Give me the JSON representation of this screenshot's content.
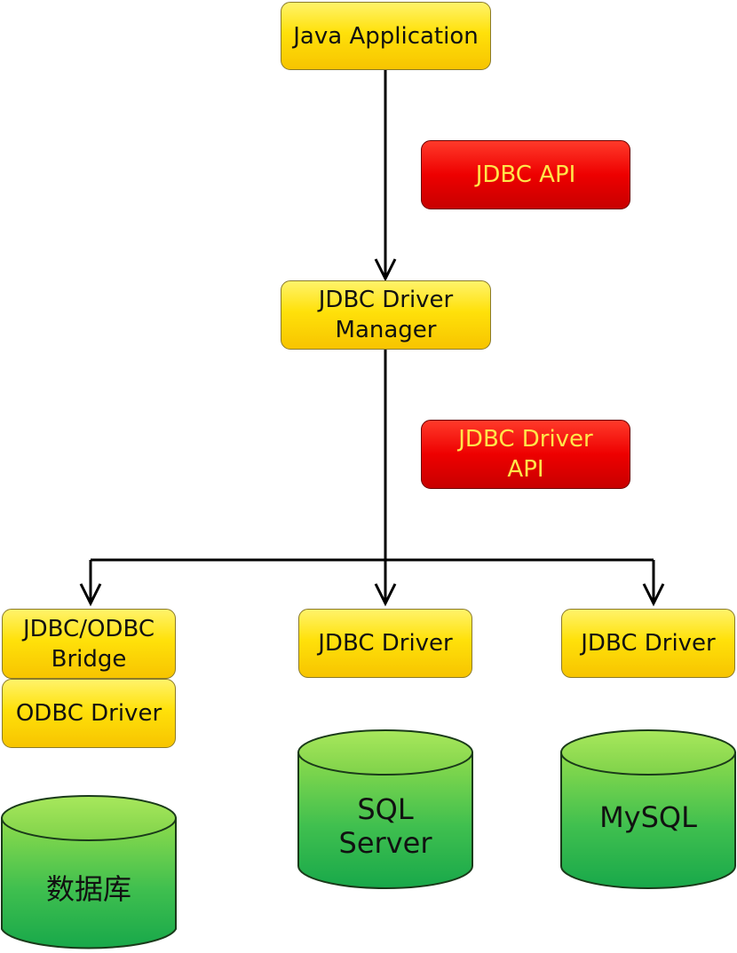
{
  "nodes": {
    "java_app": "Java Application",
    "driver_manager": "JDBC Driver\nManager",
    "odbc_bridge": "JDBC/ODBC\nBridge",
    "odbc_driver": "ODBC Driver",
    "jdbc_driver_sql": "JDBC Driver",
    "jdbc_driver_mysql": "JDBC Driver"
  },
  "apis": {
    "jdbc_api": "JDBC API",
    "jdbc_driver_api": "JDBC Driver\nAPI"
  },
  "databases": {
    "generic": "数据库",
    "sqlserver": "SQL\nServer",
    "mysql": "MySQL"
  },
  "colors": {
    "node_fill": "#ffe10a",
    "api_fill": "#ee0000",
    "api_text": "#ffe64a",
    "db_fill": "#3fbf4f",
    "connector": "#000000"
  }
}
